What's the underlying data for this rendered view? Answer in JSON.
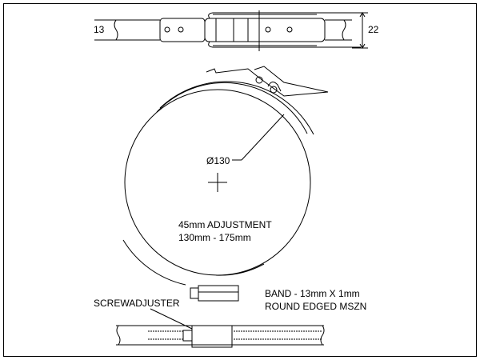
{
  "dimensions": {
    "band_width": "13",
    "buckle_width": "22",
    "diameter": "Ø130"
  },
  "notes": {
    "adjustment": "45mm ADJUSTMENT",
    "range": "130mm - 175mm",
    "band_line1": "BAND - 13mm X 1mm",
    "band_line2": "ROUND EDGED MSZN",
    "screw_adjuster": "SCREWADJUSTER"
  }
}
